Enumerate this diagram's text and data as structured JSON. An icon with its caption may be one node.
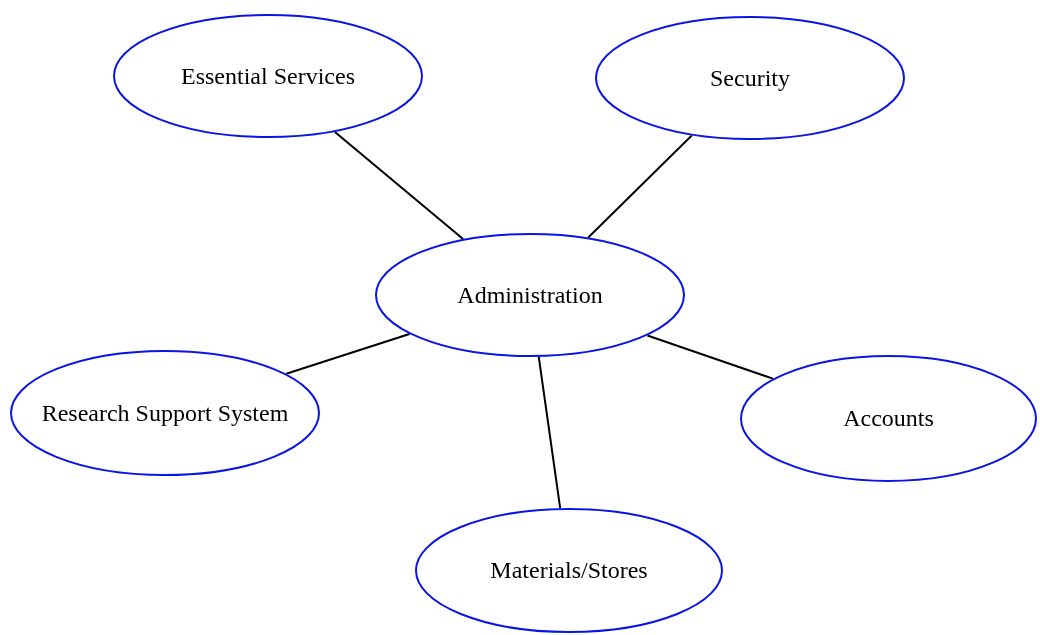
{
  "diagram": {
    "nodes": [
      {
        "text": [
          "Essential Services"
        ]
      },
      {
        "text": [
          "Security"
        ]
      },
      {
        "text": [
          "Administration"
        ]
      },
      {
        "text": [
          "Research Support System"
        ]
      },
      {
        "text": [
          "Accounts"
        ]
      },
      {
        "text": [
          "Materials/Stores"
        ]
      }
    ],
    "edges": [
      {
        "from": 2,
        "to": 0,
        "arrow": "none"
      },
      {
        "from": 2,
        "to": 1,
        "arrow": "none"
      },
      {
        "from": 2,
        "to": 3,
        "arrow": "none"
      },
      {
        "from": 2,
        "to": 4,
        "arrow": "none"
      },
      {
        "from": 2,
        "to": 5,
        "arrow": "none"
      }
    ]
  }
}
